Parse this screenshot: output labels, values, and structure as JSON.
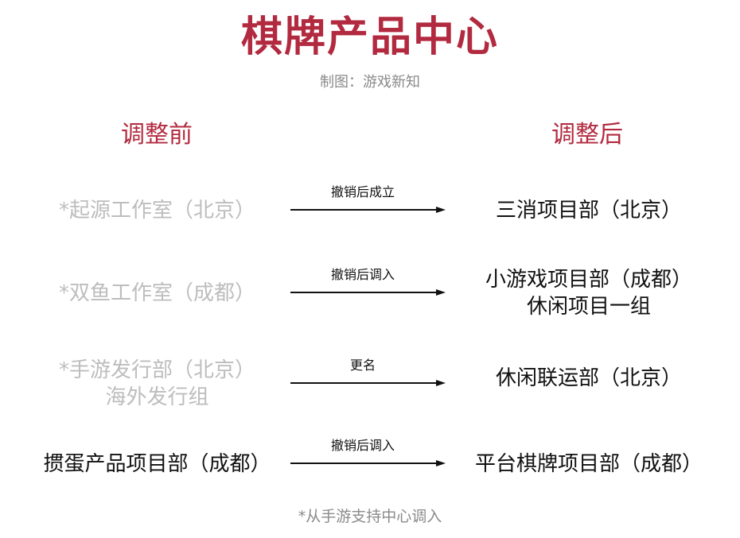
{
  "title": "棋牌产品中心",
  "subtitle": "制图：游戏新知",
  "columns": {
    "before": "调整前",
    "after": "调整后"
  },
  "rows": [
    {
      "before": [
        "*起源工作室（北京）"
      ],
      "action": "撤销后成立",
      "after": [
        "三消项目部（北京）"
      ]
    },
    {
      "before": [
        "*双鱼工作室（成都）"
      ],
      "action": "撤销后调入",
      "after": [
        "小游戏项目部（成都）",
        "休闲项目一组"
      ]
    },
    {
      "before": [
        "*手游发行部（北京）",
        "海外发行组"
      ],
      "action": "更名",
      "after": [
        "休闲联运部（北京）"
      ]
    },
    {
      "before": [
        "掼蛋产品项目部（成都）"
      ],
      "action": "撤销后调入",
      "after": [
        "平台棋牌项目部（成都）"
      ]
    }
  ],
  "footnote": "*从手游支持中心调入",
  "colors": {
    "accent": "#b22a3f",
    "muted": "#bdbdbd",
    "text": "#111111"
  }
}
